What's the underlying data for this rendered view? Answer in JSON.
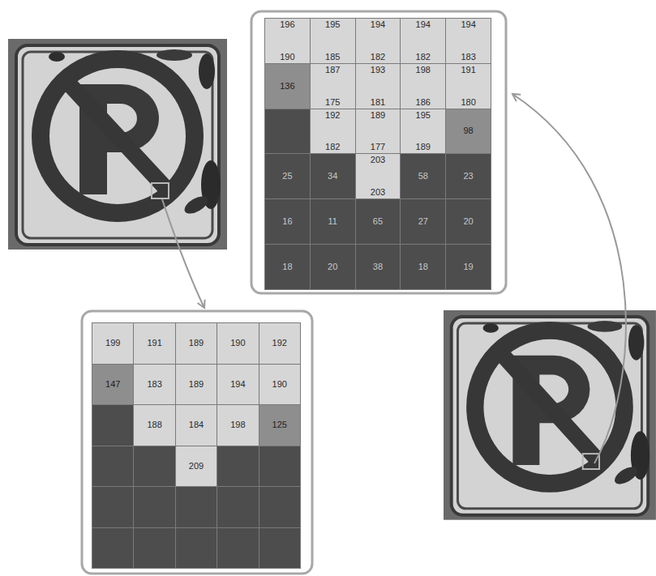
{
  "diagram": {
    "labels": [
      "196",
      "190",
      "195",
      "185",
      "194",
      "182",
      "194",
      "182",
      "194",
      "183",
      "136",
      "187",
      "175",
      "193",
      "181",
      "198",
      "186",
      "191",
      "180",
      "192",
      "182",
      "189",
      "177",
      "195",
      "189",
      "98",
      "25",
      "34",
      "203",
      "203",
      "58",
      "23",
      "16",
      "11",
      "65",
      "27",
      "20",
      "18",
      "20",
      "38",
      "18",
      "19",
      "199",
      "191",
      "189",
      "190",
      "192",
      "147",
      "183",
      "189",
      "194",
      "190",
      "188",
      "184",
      "198",
      "125",
      "209"
    ]
  }
}
